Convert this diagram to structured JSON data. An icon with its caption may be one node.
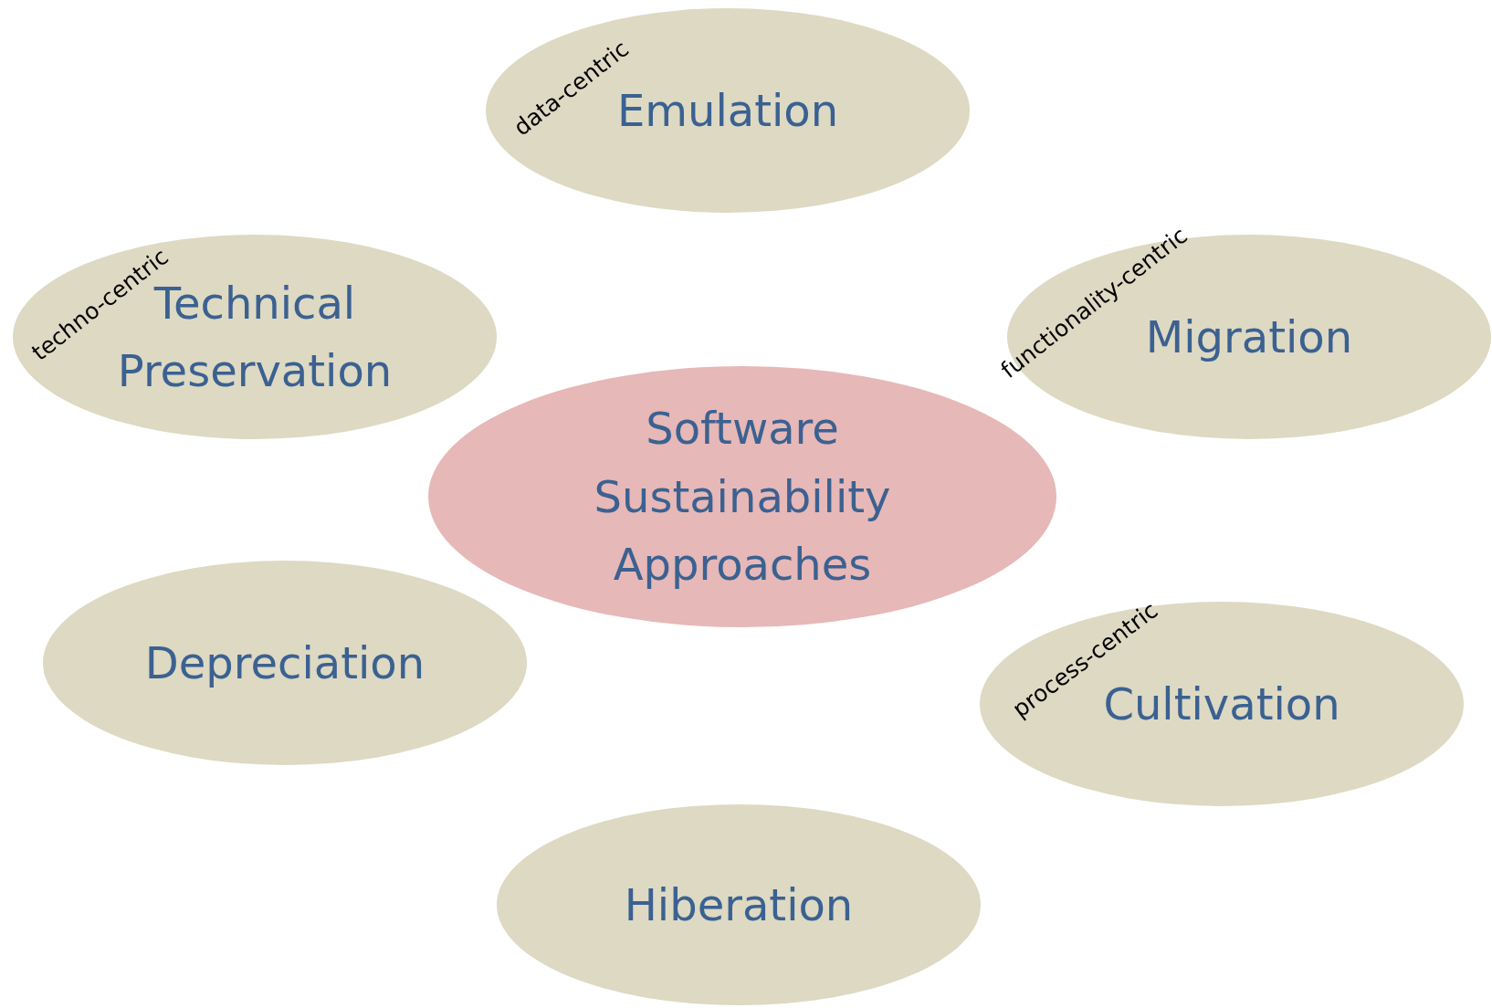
{
  "diagram": {
    "nodes": [
      {
        "text": [
          "data-centric",
          "Emulation"
        ]
      },
      {
        "text": [
          "techno-centric",
          "Technical Preservation"
        ]
      },
      {
        "text": [
          "functionality-centric",
          "Migration"
        ]
      },
      {
        "text": [
          "Software Sustainability Approaches"
        ]
      },
      {
        "text": [
          "Depreciation"
        ]
      },
      {
        "text": [
          "process-centric",
          "Cultivation"
        ]
      },
      {
        "text": [
          "Hiberation"
        ]
      }
    ]
  }
}
